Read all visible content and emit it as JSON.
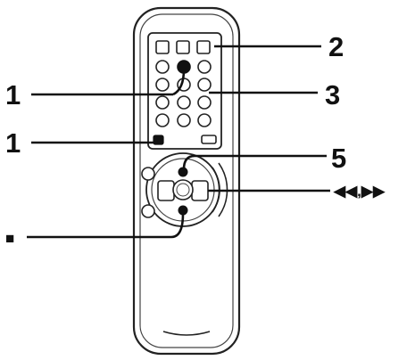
{
  "figure": {
    "labels": {
      "c1a": "1",
      "c1b": "1",
      "c2": "2",
      "c3": "3",
      "c5": "5",
      "rew_ff": "◀◀,▶▶",
      "stop": "■"
    }
  }
}
